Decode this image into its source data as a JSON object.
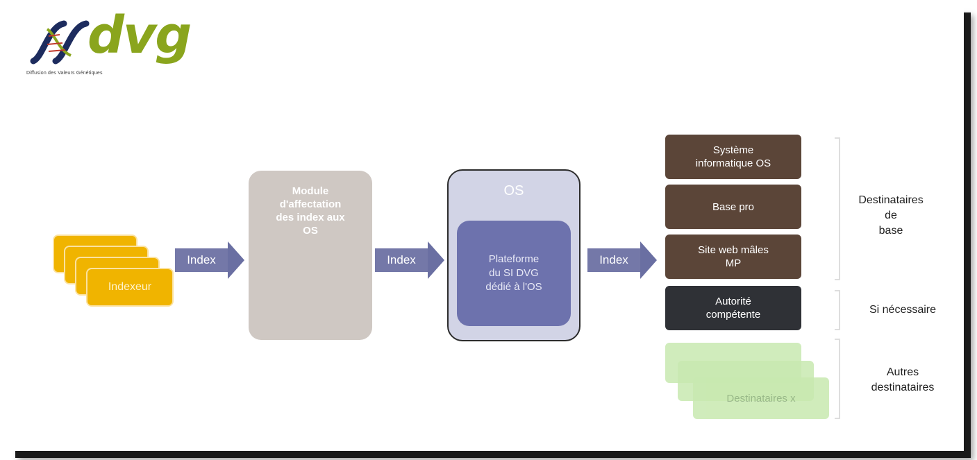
{
  "logo": {
    "text": "dvg",
    "subtitle": "Diffusion des Valeurs Génétiques",
    "brand_color": "#8aa51d",
    "mark_color": "#1d2c5e"
  },
  "indexeur": {
    "label": "Indexeur",
    "color": "#f0b400"
  },
  "arrows": [
    {
      "label": "Index"
    },
    {
      "label": "Index"
    },
    {
      "label": "Index"
    }
  ],
  "module": {
    "lines": [
      "Module",
      "d'affectation",
      "des index aux",
      "OS"
    ]
  },
  "os": {
    "title": "OS",
    "inner_lines": [
      "Plateforme",
      "du SI DVG",
      "dédié à l'OS"
    ]
  },
  "destinations": {
    "base": [
      {
        "lines": [
          "Système",
          "informatique OS"
        ]
      },
      {
        "lines": [
          "Base pro"
        ]
      },
      {
        "lines": [
          "Site web mâles",
          "MP"
        ]
      }
    ],
    "conditional": {
      "lines": [
        "Autorité",
        "compétente"
      ]
    },
    "others": {
      "label": "Destinataires x"
    }
  },
  "side_labels": {
    "base": [
      "Destinataires",
      "de",
      "base"
    ],
    "conditional": "Si nécessaire",
    "others": [
      "Autres",
      "destinataires"
    ]
  }
}
